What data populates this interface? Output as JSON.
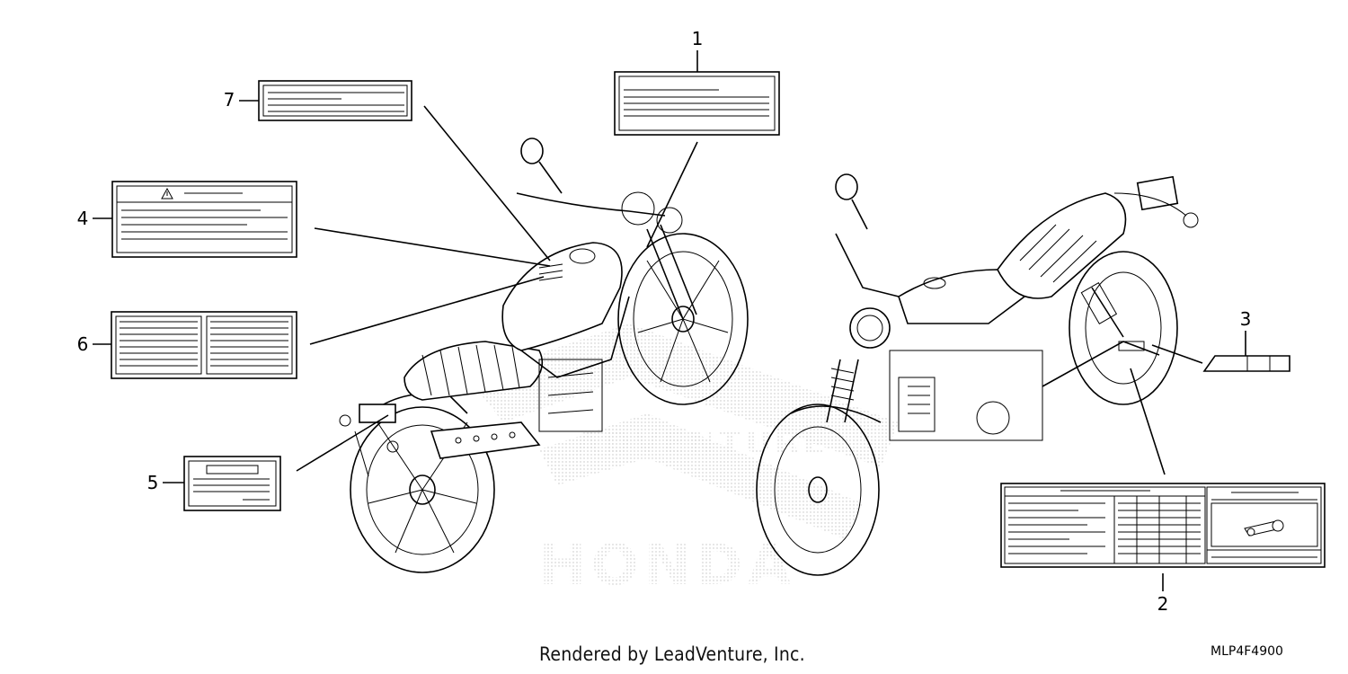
{
  "diagram": {
    "callouts": [
      "1",
      "2",
      "3",
      "4",
      "5",
      "6",
      "7"
    ],
    "footer": "Rendered by LeadVenture, Inc.",
    "part_code": "MLP4F4900",
    "watermark": "LEADVENTURE HONDA",
    "icons": [
      "warning-triangle-icon",
      "chain-adjust-icon"
    ]
  }
}
